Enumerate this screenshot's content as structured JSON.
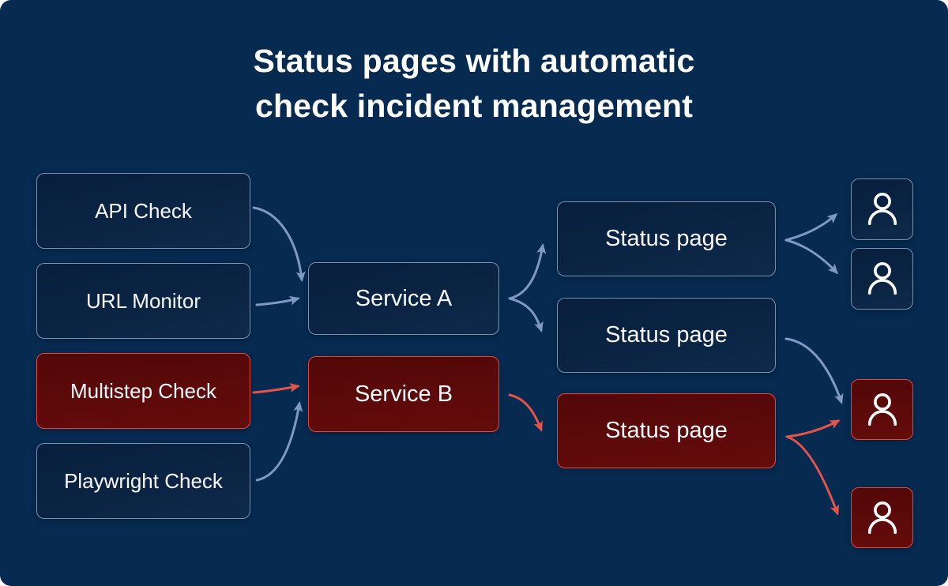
{
  "title": {
    "line1": "Status pages with automatic",
    "line2": "check incident management"
  },
  "colors": {
    "background": "#062a50",
    "node_fill": "#0b2444",
    "node_border": "#8da4c9",
    "alert_fill": "#5e0a0a",
    "alert_border": "#e2473c",
    "arrow_ok": "#7f99c4",
    "arrow_alert": "#e4544a",
    "text": "#ffffff"
  },
  "nodes": {
    "checks": [
      {
        "label": "API Check",
        "state": "ok"
      },
      {
        "label": "URL Monitor",
        "state": "ok"
      },
      {
        "label": "Multistep Check",
        "state": "alert"
      },
      {
        "label": "Playwright Check",
        "state": "ok"
      }
    ],
    "services": [
      {
        "label": "Service A",
        "state": "ok"
      },
      {
        "label": "Service B",
        "state": "alert"
      }
    ],
    "status_pages": [
      {
        "label": "Status page",
        "state": "ok"
      },
      {
        "label": "Status page",
        "state": "ok"
      },
      {
        "label": "Status page",
        "state": "alert"
      }
    ],
    "subscribers": [
      {
        "icon": "user-icon",
        "state": "ok"
      },
      {
        "icon": "user-icon",
        "state": "ok"
      },
      {
        "icon": "user-icon",
        "state": "alert"
      },
      {
        "icon": "user-icon",
        "state": "alert"
      }
    ]
  },
  "edges": [
    {
      "from": "API Check",
      "to": "Service A",
      "status": "ok"
    },
    {
      "from": "URL Monitor",
      "to": "Service A",
      "status": "ok"
    },
    {
      "from": "Multistep Check",
      "to": "Service B",
      "status": "alert"
    },
    {
      "from": "Playwright Check",
      "to": "Service B",
      "status": "ok"
    },
    {
      "from": "Service A",
      "to": "Status page 1",
      "status": "ok"
    },
    {
      "from": "Service A",
      "to": "Status page 2",
      "status": "ok"
    },
    {
      "from": "Service B",
      "to": "Status page 3",
      "status": "alert"
    },
    {
      "from": "Status page 1",
      "to": "Subscriber 1",
      "status": "ok"
    },
    {
      "from": "Status page 1",
      "to": "Subscriber 2",
      "status": "ok"
    },
    {
      "from": "Status page 2",
      "to": "Subscriber 3",
      "status": "ok"
    },
    {
      "from": "Status page 3",
      "to": "Subscriber 3",
      "status": "alert"
    },
    {
      "from": "Status page 3",
      "to": "Subscriber 4",
      "status": "alert"
    }
  ]
}
